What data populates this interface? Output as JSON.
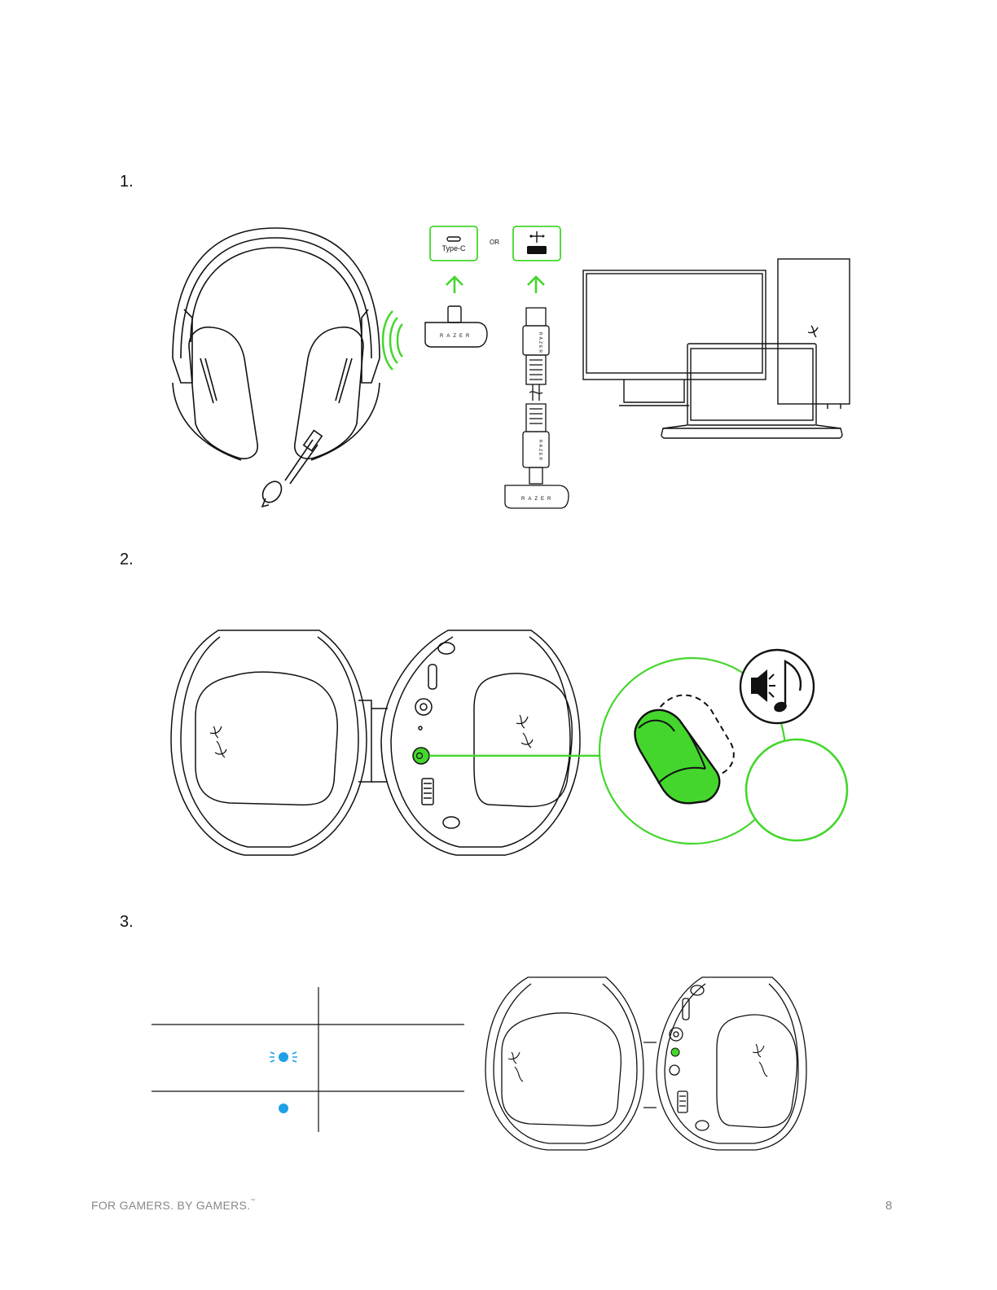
{
  "steps": [
    "1.",
    "2.",
    "3."
  ],
  "figure1": {
    "port_c_label": "Type-C",
    "or_label": "OR",
    "dongle_brand": "RAZER"
  },
  "footer": {
    "tagline": "FOR GAMERS. BY GAMERS.",
    "trademark": "™",
    "page_number": "8"
  },
  "colors": {
    "accent_green": "#44d62c",
    "led_blue": "#1ea0e6",
    "outline": "#111111"
  }
}
